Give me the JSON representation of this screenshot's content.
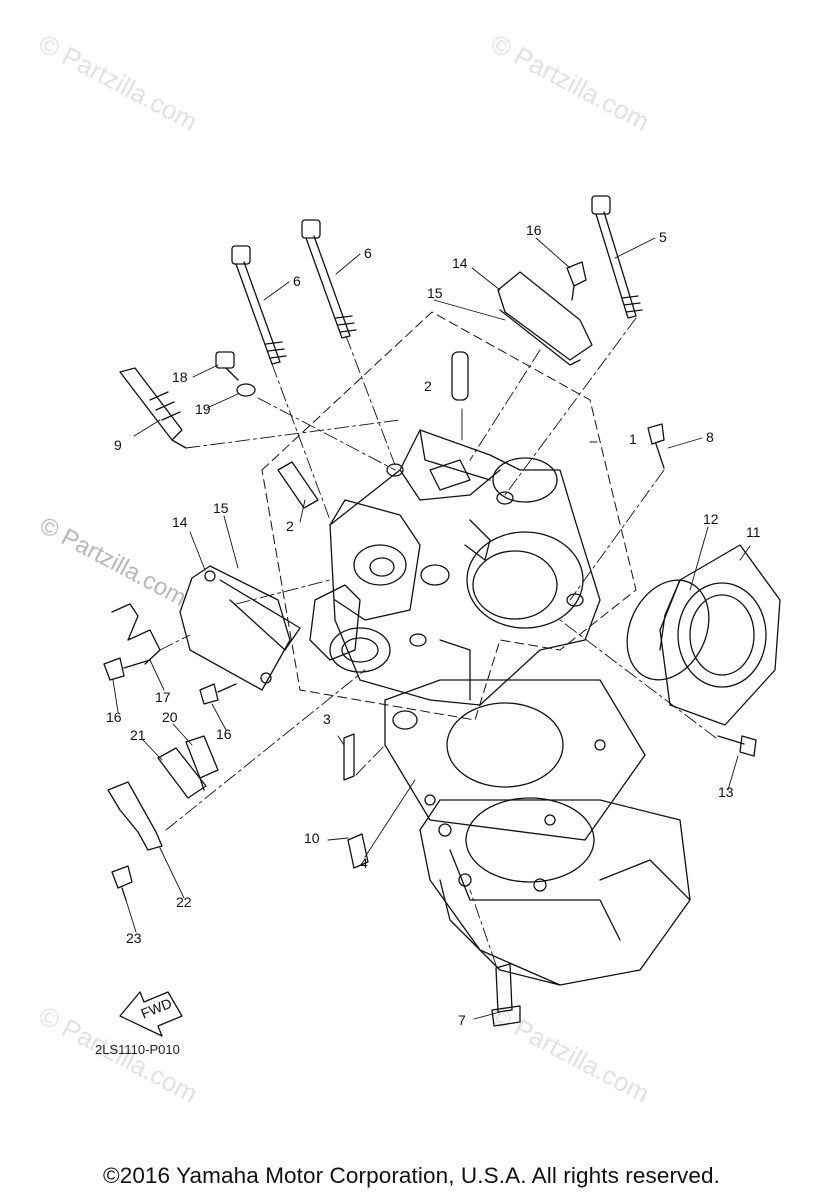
{
  "watermarks": [
    {
      "text": "© Partzilla.com"
    },
    {
      "text": "© Partzilla.com"
    },
    {
      "text": "© Partzilla.com"
    },
    {
      "text": "© Partzilla.com"
    },
    {
      "text": "© Partzilla.com"
    }
  ],
  "callouts": [
    "1",
    "2",
    "2",
    "3",
    "4",
    "5",
    "6",
    "6",
    "7",
    "8",
    "9",
    "10",
    "11",
    "12",
    "13",
    "14",
    "14",
    "15",
    "15",
    "16",
    "16",
    "16",
    "17",
    "18",
    "19",
    "20",
    "21",
    "22",
    "23"
  ],
  "fwd_label": "FWD",
  "diagram_code": "2LS1110-P010",
  "copyright": "©2016  Yamaha Motor Corporation, U.S.A. All rights reserved."
}
